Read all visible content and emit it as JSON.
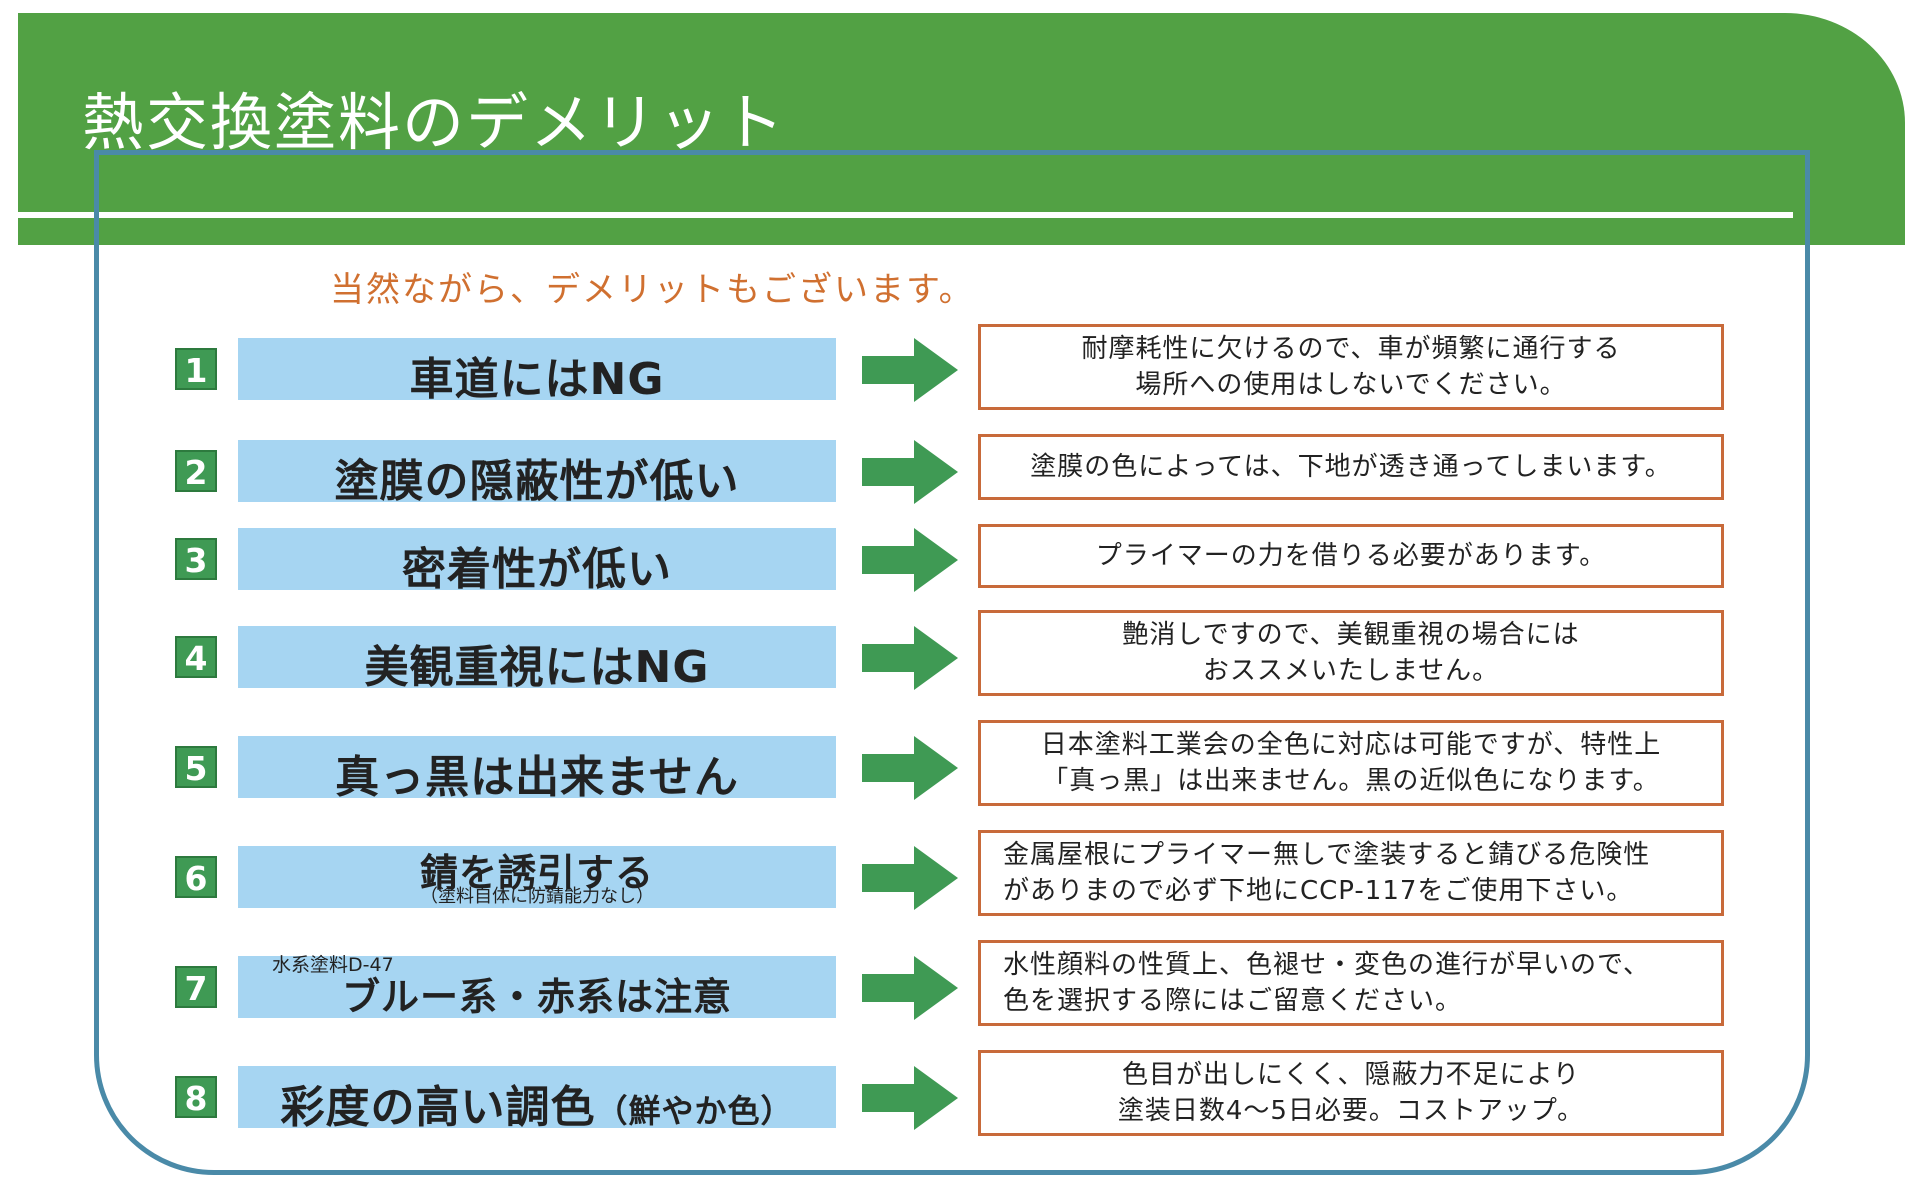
{
  "header": {
    "title": "熱交換塗料のデメリット"
  },
  "subtitle": "当然ながら、デメリットもございます。",
  "items": [
    {
      "number": "1",
      "label": "車道にはNG",
      "desc_line1": "耐摩耗性に欠けるので、車が頻繁に通行する",
      "desc_line2": "場所への使用はしないでください。"
    },
    {
      "number": "2",
      "label": "塗膜の隠蔽性が低い",
      "desc_line1": "塗膜の色によっては、下地が透き通ってしまいます。"
    },
    {
      "number": "3",
      "label": "密着性が低い",
      "desc_line1": "プライマーの力を借りる必要があります。"
    },
    {
      "number": "4",
      "label": "美観重視にはNG",
      "desc_line1": "艶消しですので、美観重視の場合には",
      "desc_line2": "おススメいたしません。"
    },
    {
      "number": "5",
      "label": "真っ黒は出来ません",
      "desc_line1": "日本塗料工業会の全色に対応は可能ですが、特性上",
      "desc_line2": "「真っ黒」は出来ません。黒の近似色になります。"
    },
    {
      "number": "6",
      "label": "錆を誘引する",
      "note": "（塗料自体に防錆能力なし）",
      "desc_line1": "金属屋根にプライマー無しで塗装すると錆びる危険性",
      "desc_line2": "がありまので必ず下地にCCP-117をご使用下さい。"
    },
    {
      "number": "7",
      "prefix": "水系塗料D-47",
      "label": "ブルー系・赤系は注意",
      "desc_line1": "水性顔料の性質上、色褪せ・変色の進行が早いので、",
      "desc_line2": "色を選択する際にはご留意ください。"
    },
    {
      "number": "8",
      "label": "彩度の高い調色",
      "label_small": "（鮮やか色）",
      "desc_line1": "色目が出しにくく、隠蔽力不足により",
      "desc_line2": "塗装日数4〜5日必要。コストアップ。"
    }
  ],
  "colors": {
    "header_green": "#52a144",
    "bar_blue": "#a6d5f2",
    "arrow_green": "#3f9a54",
    "border_orange": "#c86a3a",
    "frame_blue": "#4a8aa8"
  }
}
